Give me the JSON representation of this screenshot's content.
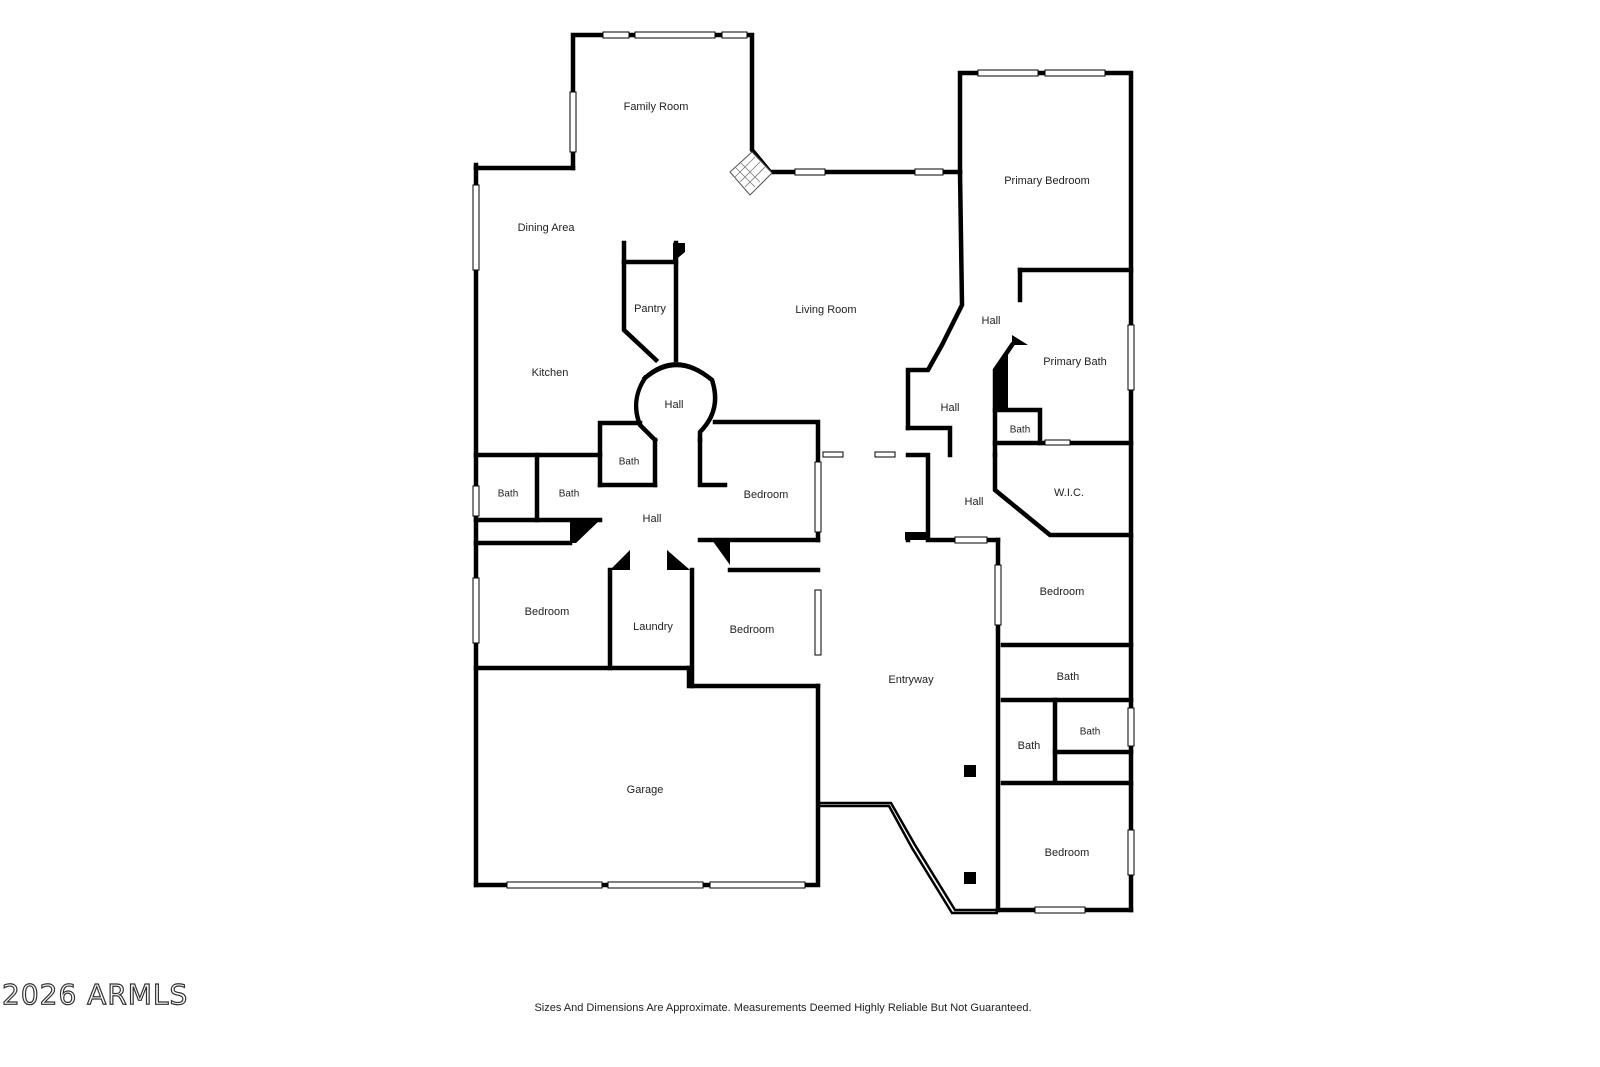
{
  "rooms": {
    "family_room": "Family Room",
    "dining_area": "Dining Area",
    "pantry": "Pantry",
    "living_room": "Living Room",
    "kitchen": "Kitchen",
    "hall_center": "Hall",
    "bath_center": "Bath",
    "bath_left_1": "Bath",
    "bath_left_2": "Bath",
    "hall_lower": "Hall",
    "bedroom_mid": "Bedroom",
    "bedroom_left": "Bedroom",
    "laundry": "Laundry",
    "bedroom_center": "Bedroom",
    "garage": "Garage",
    "entryway": "Entryway",
    "primary_bedroom": "Primary Bedroom",
    "hall_primary": "Hall",
    "primary_bath": "Primary Bath",
    "hall_right": "Hall",
    "bath_small": "Bath",
    "wic": "W.I.C.",
    "hall_right_lower": "Hall",
    "bedroom_right": "Bedroom",
    "bath_right": "Bath",
    "bath_right_a": "Bath",
    "bath_right_b": "Bath",
    "bedroom_bottom_right": "Bedroom"
  },
  "watermark": "2026 ARMLS",
  "disclaimer": "Sizes And Dimensions Are Approximate. Measurements Deemed Highly Reliable But Not Guaranteed."
}
